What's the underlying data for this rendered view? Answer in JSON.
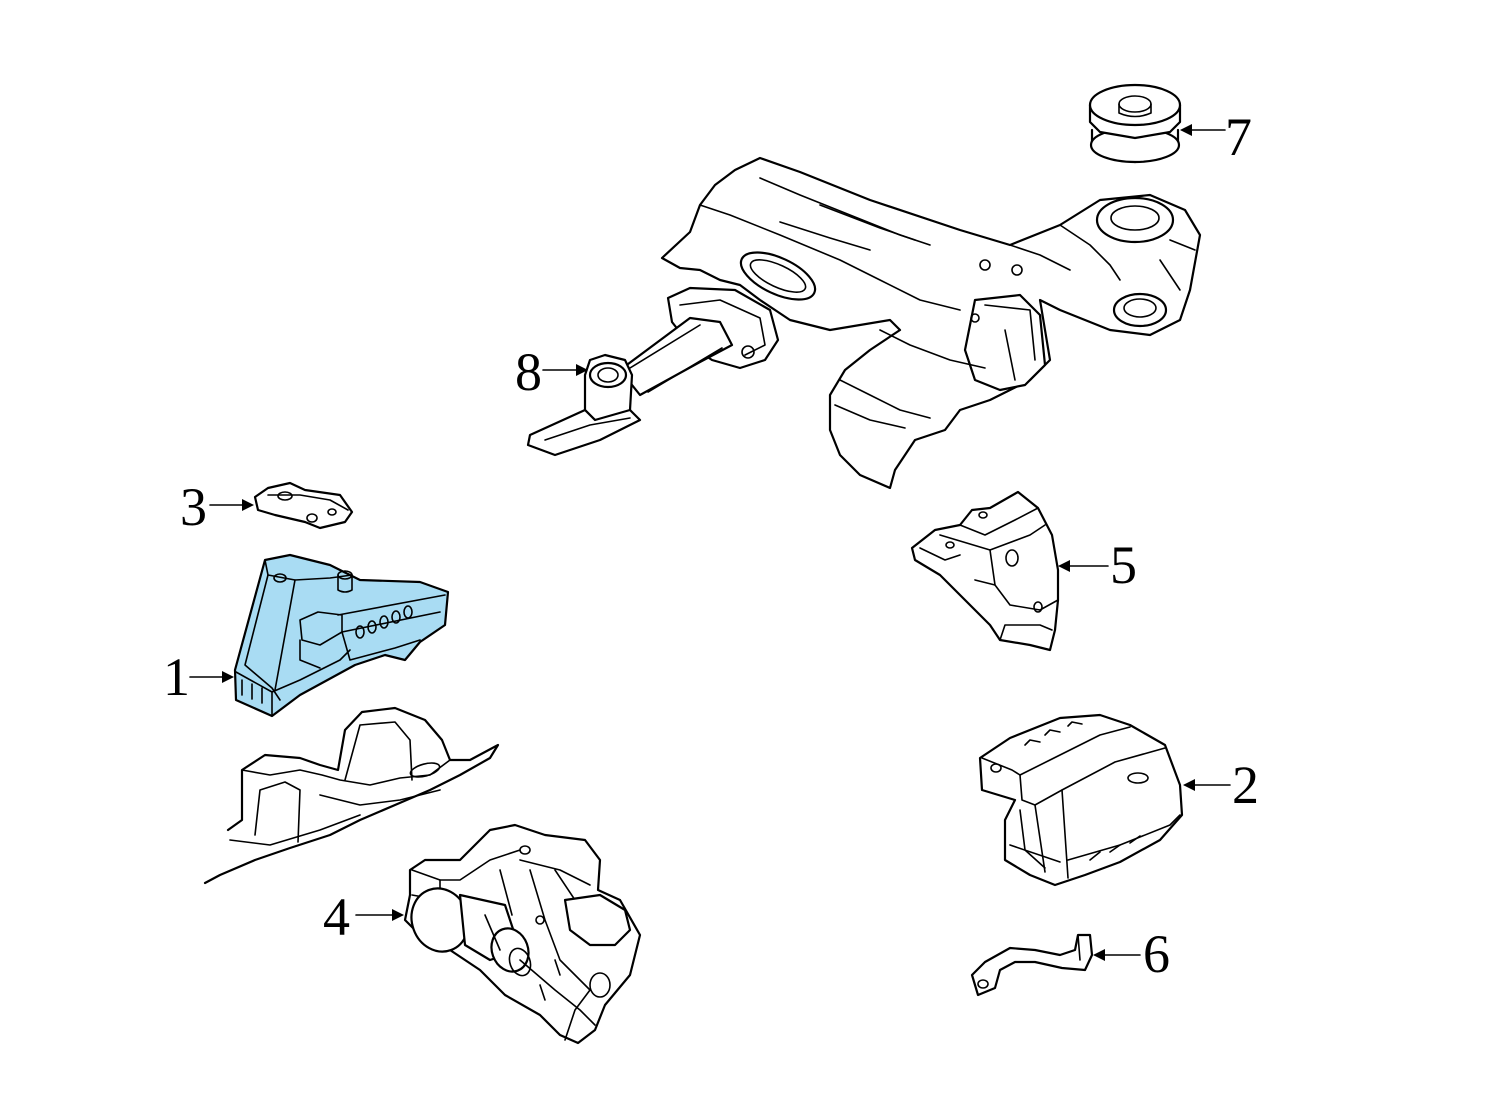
{
  "diagram": {
    "highlight_color": "#a9dcf3",
    "line_color": "#000000",
    "background_color": "#ffffff"
  },
  "callouts": [
    {
      "id": "1",
      "label": "1"
    },
    {
      "id": "2",
      "label": "2"
    },
    {
      "id": "3",
      "label": "3"
    },
    {
      "id": "4",
      "label": "4"
    },
    {
      "id": "5",
      "label": "5"
    },
    {
      "id": "6",
      "label": "6"
    },
    {
      "id": "7",
      "label": "7"
    },
    {
      "id": "8",
      "label": "8"
    }
  ]
}
